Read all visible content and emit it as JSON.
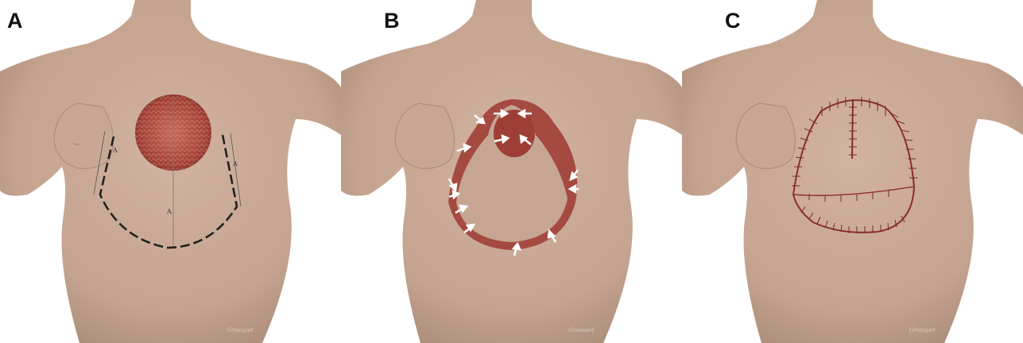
{
  "figure": {
    "panels": [
      {
        "id": "A",
        "label": "A",
        "measure_marks": [
          "A",
          "A",
          "A"
        ],
        "watermark": "Grosupet"
      },
      {
        "id": "B",
        "label": "B",
        "watermark": "Grosupet"
      },
      {
        "id": "C",
        "label": "C",
        "watermark": "Grosupet"
      }
    ],
    "colors": {
      "background": "#ffffff",
      "skin": "#c9a894",
      "skin_shadow": "#b08f7b",
      "wound": "#9a3b34",
      "wound_light": "#c46a5a",
      "suture": "#8a2f2a",
      "dashed_line": "#222222",
      "arrow": "#ffffff"
    }
  }
}
